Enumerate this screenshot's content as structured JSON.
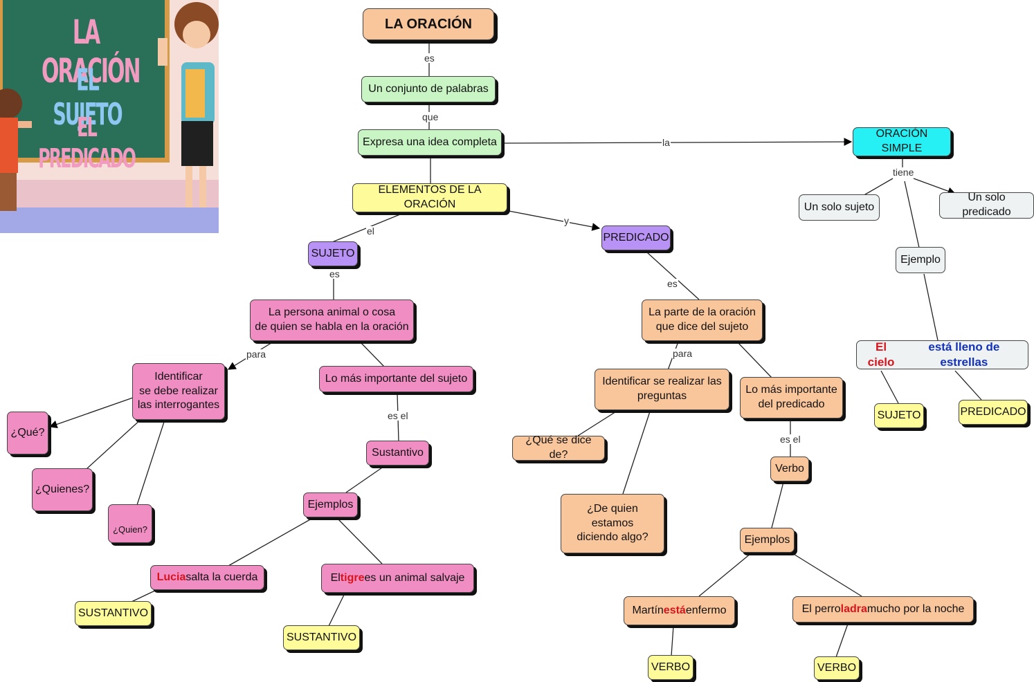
{
  "thumbnail": {
    "line1": "LA ORACIÓN",
    "line2": "EL SUJETO",
    "line3": "EL PREDICADO"
  },
  "nodes": {
    "title": "LA ORACIÓN",
    "conjunto": "Un conjunto de palabras",
    "expresa": "Expresa una idea completa",
    "elementos": "ELEMENTOS DE LA ORACIÓN",
    "simple": "ORACIÓN SIMPLE",
    "solo_sujeto": "Un solo sujeto",
    "solo_predicado": "Un solo predicado",
    "ejemplo": "Ejemplo",
    "cielo": {
      "a": "El cielo",
      "b": "está lleno de estrellas"
    },
    "sujeto_simple": "SUJETO",
    "predicado_simple": "PREDICADO",
    "sujeto": "SUJETO",
    "predicado": "PREDICADO",
    "persona": "La persona animal o cosa\nde quien se habla en la oración",
    "identificar_suj": "Identificar\nse debe realizar\nlas interrogantes",
    "que": "¿Qué?",
    "quienes": "¿Quienes?",
    "quien": "¿Quien?",
    "importante_suj": "Lo más importante del sujeto",
    "sustantivo": "Sustantivo",
    "ejemplos_suj": "Ejemplos",
    "lucia": {
      "a": "Lucia",
      "b": " salta la cuerda"
    },
    "tigre": {
      "a": "El ",
      "b": "tigre",
      "c": " es un animal salvaje"
    },
    "sustantivo1": "SUSTANTIVO",
    "sustantivo2": "SUSTANTIVO",
    "parte": "La parte de la oración\nque dice del sujeto",
    "identificar_pred": "Identificar se realizar las\npreguntas",
    "que_dice": "¿Qué se dice de?",
    "de_quien": "¿De quien estamos\ndiciendo algo?",
    "importante_pred": "Lo más importante\ndel predicado",
    "verbo": "Verbo",
    "ejemplos_pred": "Ejemplos",
    "martin": {
      "a": "Martín ",
      "b": "está",
      "c": " enfermo"
    },
    "perro": {
      "a": "El perro ",
      "b": "ladra",
      "c": " mucho por la noche"
    },
    "verbo1": "VERBO",
    "verbo2": "VERBO"
  },
  "links": {
    "es1": "es",
    "que": "que",
    "la": "la",
    "tiene": "tiene",
    "el": "el",
    "y": "y",
    "es_suj": "es",
    "es_pred": "es",
    "para_suj": "para",
    "para_pred": "para",
    "es_el_suj": "es el",
    "es_el_pred": "es el"
  },
  "colors": {
    "peach": "#f9c59b",
    "green": "#c9f5c5",
    "yellow": "#fdfb9a",
    "purple": "#b992f5",
    "pink": "#f08ec4",
    "cyan": "#27f0f5",
    "gray": "#eef2f3",
    "highlight_red": "#d8141c",
    "highlight_blue": "#1432b8"
  }
}
